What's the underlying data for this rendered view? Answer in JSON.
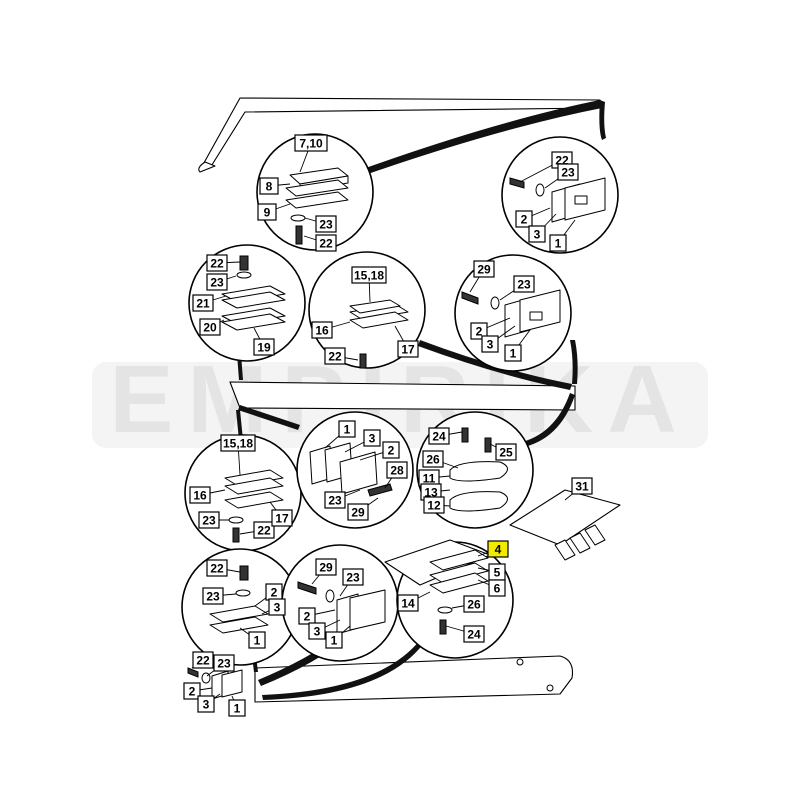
{
  "diagram": {
    "watermark": {
      "text": "EMPIRIKA",
      "colors": {
        "grey": "#c9c9c9",
        "red": "#e23030"
      }
    },
    "highlight_color": "#f2ea00",
    "callouts": {
      "a_710": "7,10",
      "a_8": "8",
      "a_9": "9",
      "a_23": "23",
      "a_22": "22",
      "b_22": "22",
      "b_23": "23",
      "b_2": "2",
      "b_3": "3",
      "b_1": "1",
      "c_22": "22",
      "c_23": "23",
      "c_21": "21",
      "c_20": "20",
      "c_19": "19",
      "d_1518": "15,18",
      "d_16": "16",
      "d_22": "22",
      "d_17": "17",
      "e_29": "29",
      "e_23": "23",
      "e_2": "2",
      "e_3": "3",
      "e_1": "1",
      "f_1518": "15,18",
      "f_16": "16",
      "f_23": "23",
      "f_22": "22",
      "f_17": "17",
      "g_1": "1",
      "g_3": "3",
      "g_2": "2",
      "g_28": "28",
      "g_23": "23",
      "g_29": "29",
      "h_24": "24",
      "h_25": "25",
      "h_26": "26",
      "h_11": "11",
      "h_13": "13",
      "h_12": "12",
      "i_31": "31",
      "j_22": "22",
      "j_23": "23",
      "j_2": "2",
      "j_3": "3",
      "j_1": "1",
      "k_29": "29",
      "k_23": "23",
      "k_2": "2",
      "k_3": "3",
      "k_1": "1",
      "l_4": "4",
      "l_5": "5",
      "l_6": "6",
      "l_14": "14",
      "l_26": "26",
      "l_24": "24",
      "m_22": "22",
      "m_23": "23",
      "m_2": "2",
      "m_3": "3",
      "m_1": "1"
    }
  }
}
